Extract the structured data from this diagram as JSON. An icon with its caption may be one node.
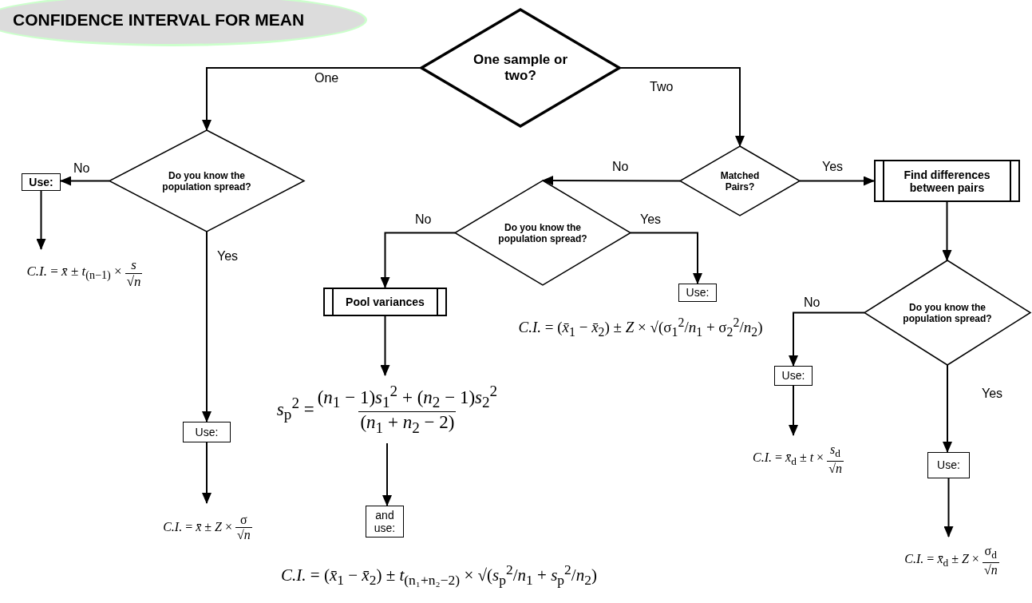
{
  "diagram": {
    "title": "CONFIDENCE INTERVAL FOR MEAN",
    "nodes": [
      {
        "text": [
          "One sample or two?"
        ]
      },
      {
        "text": [
          "Do you know the population spread?"
        ]
      },
      {
        "text": [
          "Use:"
        ]
      },
      {
        "text": [
          "*C.I.* = *x̄* ± *t*$_{(n−1)}$ ×",
          "*s*",
          "√*n*"
        ]
      },
      {
        "text": [
          "Use:"
        ]
      },
      {
        "text": [
          "*C.I.* = *x̄* ± *Z* ×",
          "σ",
          "√*n*"
        ]
      },
      {
        "text": [
          "Matched Pairs?"
        ]
      },
      {
        "text": [
          "Find differences between pairs"
        ]
      },
      {
        "text": [
          "Do you know the population spread?"
        ]
      },
      {
        "text": [
          "Pool variances"
        ]
      },
      {
        "text": [
          "*s*$_{p}$$^{2}$ =",
          "(*n*$_{1}$ − 1)*s*$_{1}$$^{2}$ + (*n*$_{2}$ − 1)*s*$_{2}$$^{2}$",
          "(*n*$_{1}$ + *n*$_{2}$ − 2)"
        ]
      },
      {
        "text": [
          "and use:"
        ]
      },
      {
        "text": [
          "*C.I.* = (*x̄*$_{1}$ − *x̄*$_{2}$) ± *t*$_{(n₁+n₂−2)}$ × √(*s*$_{p}$$^{2}$/*n*$_{1}$ + *s*$_{p}$$^{2}$/*n*$_{2}$)"
        ]
      },
      {
        "text": [
          "Use:"
        ]
      },
      {
        "text": [
          "*C.I.* = (*x̄*$_{1}$ − *x̄*$_{2}$) ± *Z* × √(σ$_{1}$$^{2}$/*n*$_{1}$ + σ$_{2}$$^{2}$/*n*$_{2}$)"
        ]
      },
      {
        "text": [
          "Do you know the population spread?"
        ]
      },
      {
        "text": [
          "Use:"
        ]
      },
      {
        "text": [
          "*C.I.* = *x̄*$_{d}$ ± *t* ×",
          "*s*$_{d}$",
          "√*n*"
        ]
      },
      {
        "text": [
          "Use:"
        ]
      },
      {
        "text": [
          "*C.I.* = *x̄*$_{d}$ ± *Z* ×",
          "σ$_{d}$",
          "√*n*"
        ]
      }
    ],
    "edges": [
      {
        "from": 0,
        "to": 1,
        "arrow": "to",
        "label": "One"
      },
      {
        "from": 0,
        "to": 6,
        "arrow": "to",
        "label": "Two"
      },
      {
        "from": 1,
        "to": 2,
        "arrow": "to",
        "label": "No"
      },
      {
        "from": 2,
        "to": 3,
        "arrow": "to"
      },
      {
        "from": 1,
        "to": 4,
        "arrow": "to",
        "label": "Yes"
      },
      {
        "from": 4,
        "to": 5,
        "arrow": "to"
      },
      {
        "from": 6,
        "to": 7,
        "arrow": "to",
        "label": "Yes"
      },
      {
        "from": 6,
        "to": 8,
        "arrow": "to",
        "label": "No"
      },
      {
        "from": 8,
        "to": 9,
        "arrow": "to",
        "label": "No"
      },
      {
        "from": 8,
        "to": 13,
        "arrow": "to",
        "label": "Yes"
      },
      {
        "from": 9,
        "to": 10,
        "arrow": "to"
      },
      {
        "from": 10,
        "to": 11,
        "arrow": "to"
      },
      {
        "from": 7,
        "to": 15,
        "arrow": "to"
      },
      {
        "from": 15,
        "to": 16,
        "arrow": "to",
        "label": "No"
      },
      {
        "from": 15,
        "to": 18,
        "arrow": "to",
        "label": "Yes"
      },
      {
        "from": 16,
        "to": 17,
        "arrow": "to"
      },
      {
        "from": 18,
        "to": 19,
        "arrow": "to"
      }
    ]
  }
}
